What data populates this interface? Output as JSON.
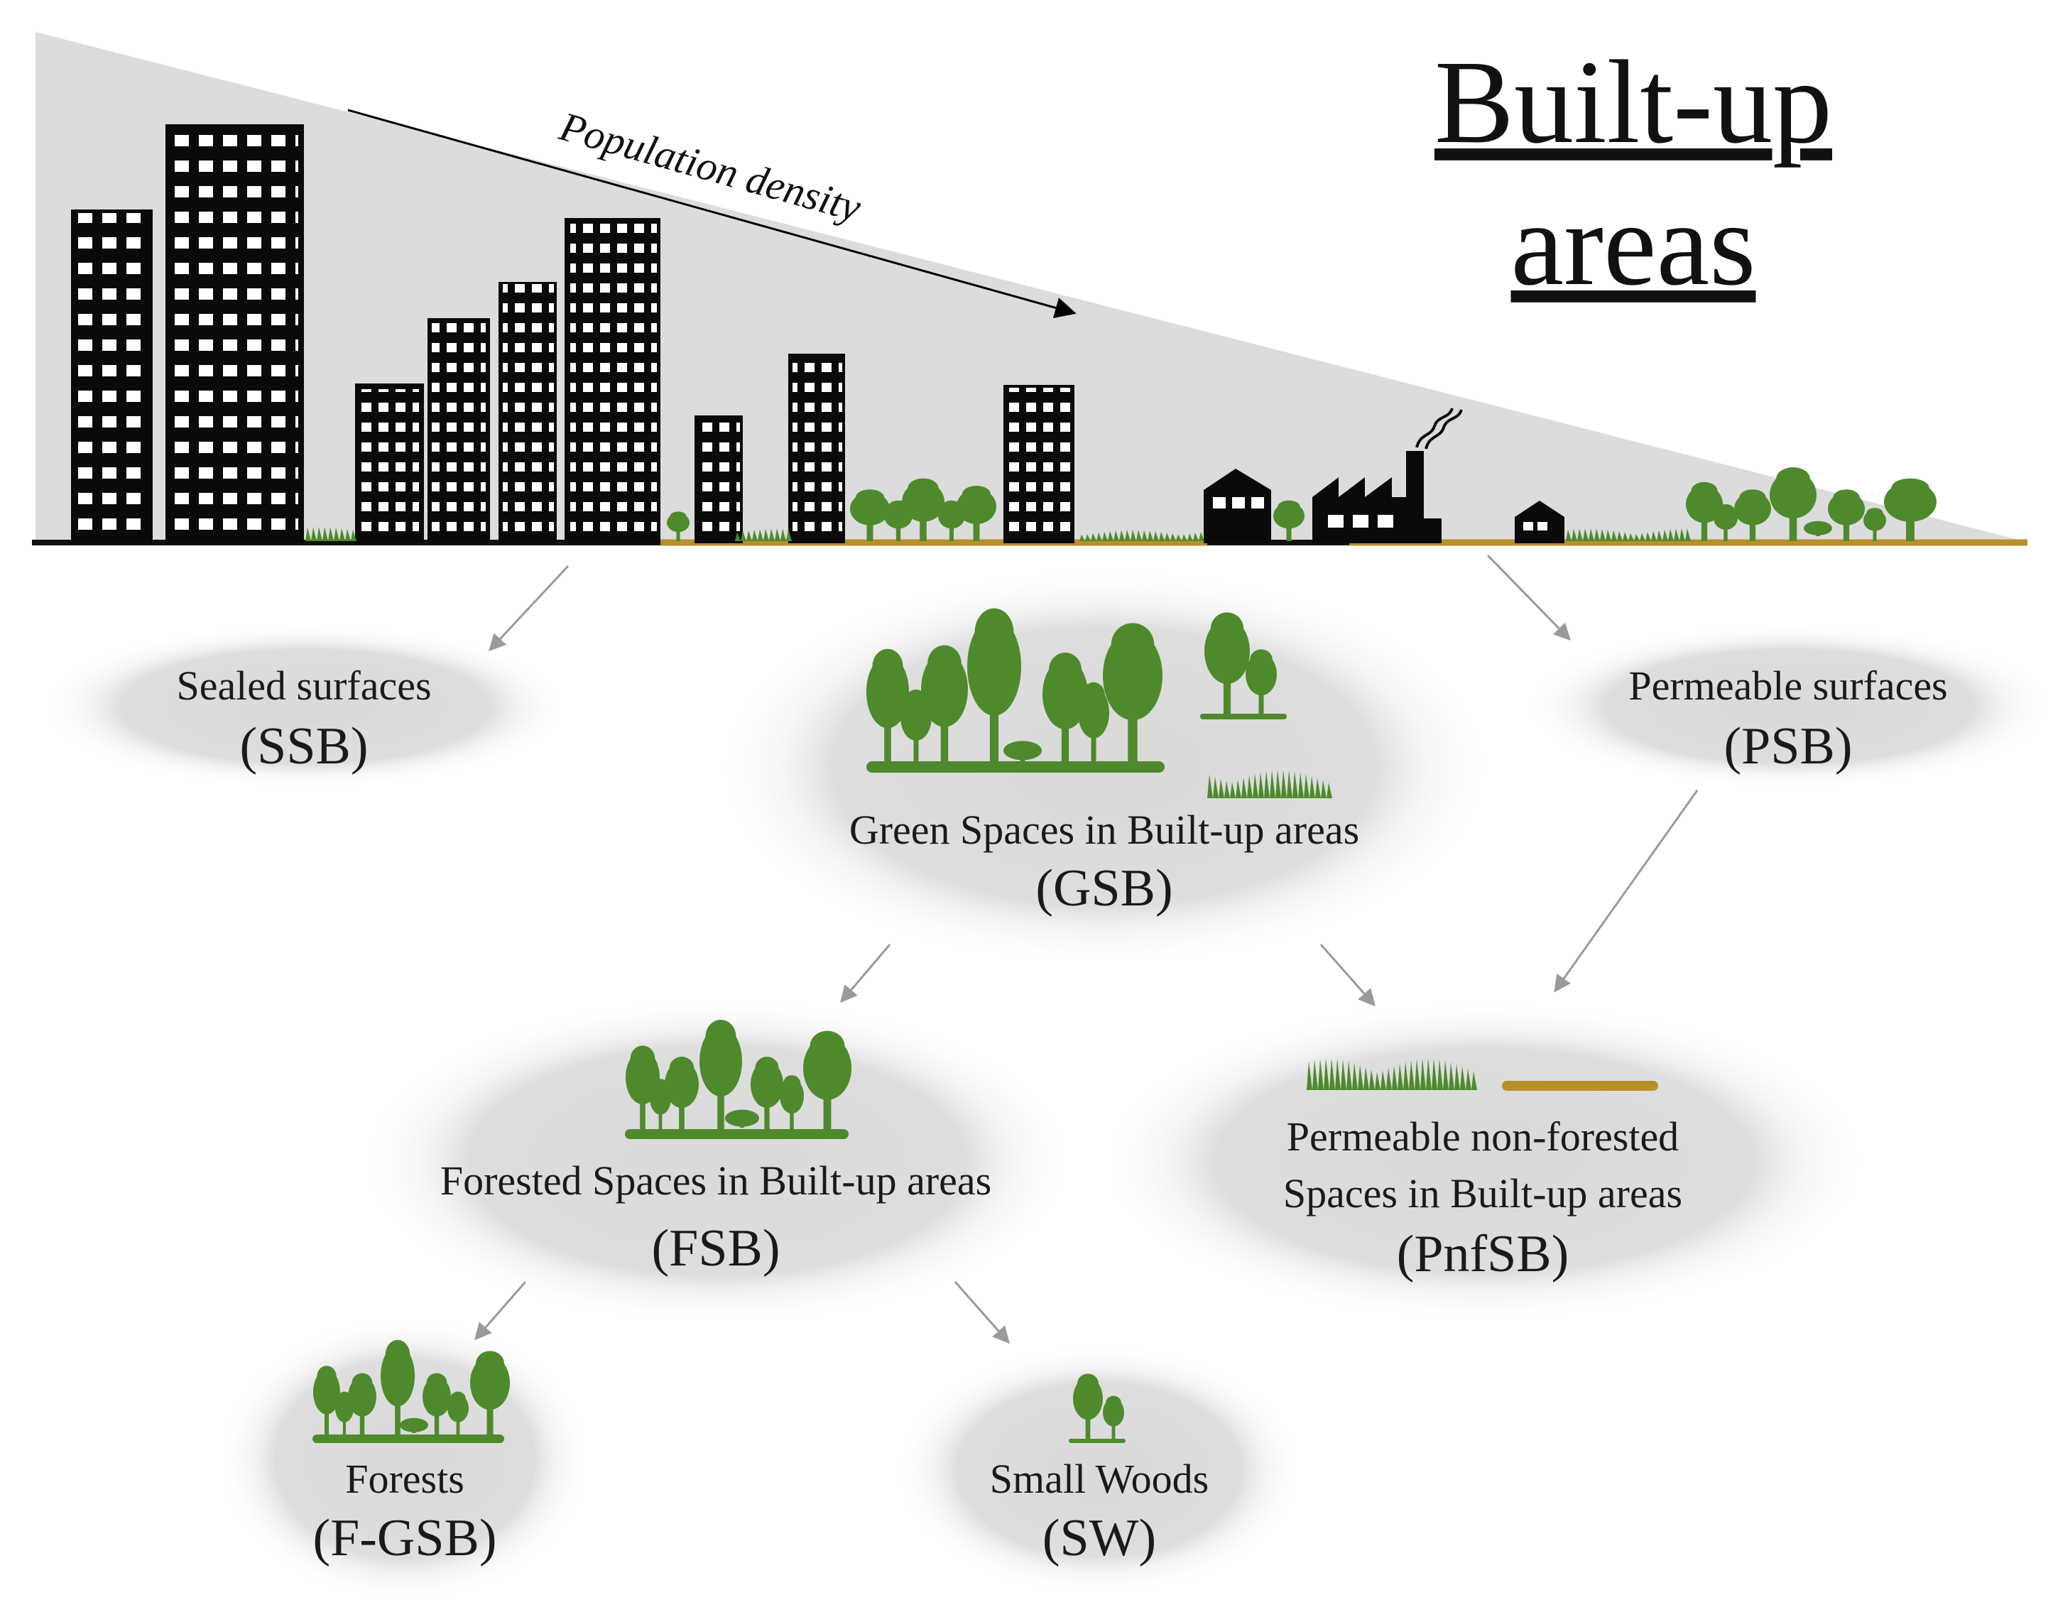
{
  "title": {
    "line1": "Built-up",
    "line2": "areas"
  },
  "density_label": "Population density",
  "nodes": {
    "ssb": {
      "label": "Sealed surfaces",
      "code": "(SSB)"
    },
    "gsb": {
      "label": "Green Spaces in Built-up areas",
      "code": "(GSB)"
    },
    "psb": {
      "label": "Permeable surfaces",
      "code": "(PSB)"
    },
    "fsb": {
      "label": "Forested Spaces in Built-up areas",
      "code": "(FSB)"
    },
    "pnfsb": {
      "label_line1": "Permeable non-forested",
      "label_line2": "Spaces in Built-up areas",
      "code": "(PnfSB)"
    },
    "fgsb": {
      "label": "Forests",
      "code": "(F-GSB)"
    },
    "sw": {
      "label": "Small Woods",
      "code": "(SW)"
    }
  },
  "colors": {
    "tree_green": "#4e8a2c",
    "soil_gold": "#b8902a",
    "building": "#0a0a0a",
    "shadow_grey": "#dcdcdc",
    "arrow_grey": "#9a9a9a"
  }
}
